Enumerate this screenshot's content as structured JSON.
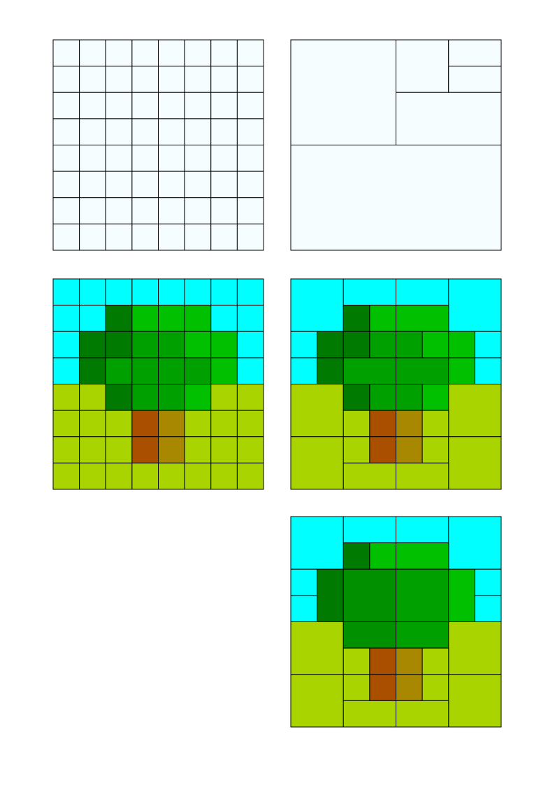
{
  "colors": {
    "grid_bg": "#f5fdff",
    "line": "#000000",
    "sky": "#00ffff",
    "grass": "#aad400",
    "dark_green": "#007a00",
    "medium_green": "#00a000",
    "green_mid2": "#009000",
    "bright_green": "#00c000",
    "trunk_dark": "#aa4f00",
    "trunk_light": "#a88800"
  },
  "figures": [
    {
      "name": "empty-uniform-grid",
      "grid": 8,
      "cells": [
        [
          0,
          0,
          1,
          1,
          "grid_bg"
        ],
        [
          1,
          0,
          1,
          1,
          "grid_bg"
        ],
        [
          2,
          0,
          1,
          1,
          "grid_bg"
        ],
        [
          3,
          0,
          1,
          1,
          "grid_bg"
        ],
        [
          4,
          0,
          1,
          1,
          "grid_bg"
        ],
        [
          5,
          0,
          1,
          1,
          "grid_bg"
        ],
        [
          6,
          0,
          1,
          1,
          "grid_bg"
        ],
        [
          7,
          0,
          1,
          1,
          "grid_bg"
        ],
        [
          0,
          1,
          1,
          1,
          "grid_bg"
        ],
        [
          1,
          1,
          1,
          1,
          "grid_bg"
        ],
        [
          2,
          1,
          1,
          1,
          "grid_bg"
        ],
        [
          3,
          1,
          1,
          1,
          "grid_bg"
        ],
        [
          4,
          1,
          1,
          1,
          "grid_bg"
        ],
        [
          5,
          1,
          1,
          1,
          "grid_bg"
        ],
        [
          6,
          1,
          1,
          1,
          "grid_bg"
        ],
        [
          7,
          1,
          1,
          1,
          "grid_bg"
        ],
        [
          0,
          2,
          1,
          1,
          "grid_bg"
        ],
        [
          1,
          2,
          1,
          1,
          "grid_bg"
        ],
        [
          2,
          2,
          1,
          1,
          "grid_bg"
        ],
        [
          3,
          2,
          1,
          1,
          "grid_bg"
        ],
        [
          4,
          2,
          1,
          1,
          "grid_bg"
        ],
        [
          5,
          2,
          1,
          1,
          "grid_bg"
        ],
        [
          6,
          2,
          1,
          1,
          "grid_bg"
        ],
        [
          7,
          2,
          1,
          1,
          "grid_bg"
        ],
        [
          0,
          3,
          1,
          1,
          "grid_bg"
        ],
        [
          1,
          3,
          1,
          1,
          "grid_bg"
        ],
        [
          2,
          3,
          1,
          1,
          "grid_bg"
        ],
        [
          3,
          3,
          1,
          1,
          "grid_bg"
        ],
        [
          4,
          3,
          1,
          1,
          "grid_bg"
        ],
        [
          5,
          3,
          1,
          1,
          "grid_bg"
        ],
        [
          6,
          3,
          1,
          1,
          "grid_bg"
        ],
        [
          7,
          3,
          1,
          1,
          "grid_bg"
        ],
        [
          0,
          4,
          1,
          1,
          "grid_bg"
        ],
        [
          1,
          4,
          1,
          1,
          "grid_bg"
        ],
        [
          2,
          4,
          1,
          1,
          "grid_bg"
        ],
        [
          3,
          4,
          1,
          1,
          "grid_bg"
        ],
        [
          4,
          4,
          1,
          1,
          "grid_bg"
        ],
        [
          5,
          4,
          1,
          1,
          "grid_bg"
        ],
        [
          6,
          4,
          1,
          1,
          "grid_bg"
        ],
        [
          7,
          4,
          1,
          1,
          "grid_bg"
        ],
        [
          0,
          5,
          1,
          1,
          "grid_bg"
        ],
        [
          1,
          5,
          1,
          1,
          "grid_bg"
        ],
        [
          2,
          5,
          1,
          1,
          "grid_bg"
        ],
        [
          3,
          5,
          1,
          1,
          "grid_bg"
        ],
        [
          4,
          5,
          1,
          1,
          "grid_bg"
        ],
        [
          5,
          5,
          1,
          1,
          "grid_bg"
        ],
        [
          6,
          5,
          1,
          1,
          "grid_bg"
        ],
        [
          7,
          5,
          1,
          1,
          "grid_bg"
        ],
        [
          0,
          6,
          1,
          1,
          "grid_bg"
        ],
        [
          1,
          6,
          1,
          1,
          "grid_bg"
        ],
        [
          2,
          6,
          1,
          1,
          "grid_bg"
        ],
        [
          3,
          6,
          1,
          1,
          "grid_bg"
        ],
        [
          4,
          6,
          1,
          1,
          "grid_bg"
        ],
        [
          5,
          6,
          1,
          1,
          "grid_bg"
        ],
        [
          6,
          6,
          1,
          1,
          "grid_bg"
        ],
        [
          7,
          6,
          1,
          1,
          "grid_bg"
        ],
        [
          0,
          7,
          1,
          1,
          "grid_bg"
        ],
        [
          1,
          7,
          1,
          1,
          "grid_bg"
        ],
        [
          2,
          7,
          1,
          1,
          "grid_bg"
        ],
        [
          3,
          7,
          1,
          1,
          "grid_bg"
        ],
        [
          4,
          7,
          1,
          1,
          "grid_bg"
        ],
        [
          5,
          7,
          1,
          1,
          "grid_bg"
        ],
        [
          6,
          7,
          1,
          1,
          "grid_bg"
        ],
        [
          7,
          7,
          1,
          1,
          "grid_bg"
        ]
      ]
    },
    {
      "name": "empty-quadtree",
      "grid": 8,
      "cells": [
        [
          0,
          0,
          4,
          4,
          "grid_bg"
        ],
        [
          4,
          0,
          2,
          2,
          "grid_bg"
        ],
        [
          6,
          0,
          2,
          1,
          "grid_bg"
        ],
        [
          6,
          1,
          2,
          1,
          "grid_bg"
        ],
        [
          4,
          2,
          4,
          2,
          "grid_bg"
        ],
        [
          0,
          4,
          8,
          4,
          "grid_bg"
        ]
      ]
    },
    {
      "name": "tree-uniform-grid",
      "grid": 8,
      "cells": [
        [
          0,
          0,
          1,
          1,
          "sky"
        ],
        [
          1,
          0,
          1,
          1,
          "sky"
        ],
        [
          2,
          0,
          1,
          1,
          "sky"
        ],
        [
          3,
          0,
          1,
          1,
          "sky"
        ],
        [
          4,
          0,
          1,
          1,
          "sky"
        ],
        [
          5,
          0,
          1,
          1,
          "sky"
        ],
        [
          6,
          0,
          1,
          1,
          "sky"
        ],
        [
          7,
          0,
          1,
          1,
          "sky"
        ],
        [
          0,
          1,
          1,
          1,
          "sky"
        ],
        [
          1,
          1,
          1,
          1,
          "sky"
        ],
        [
          2,
          1,
          1,
          1,
          "dark_green"
        ],
        [
          3,
          1,
          1,
          1,
          "bright_green"
        ],
        [
          4,
          1,
          1,
          1,
          "bright_green"
        ],
        [
          5,
          1,
          1,
          1,
          "bright_green"
        ],
        [
          6,
          1,
          1,
          1,
          "sky"
        ],
        [
          7,
          1,
          1,
          1,
          "sky"
        ],
        [
          0,
          2,
          1,
          1,
          "sky"
        ],
        [
          1,
          2,
          1,
          1,
          "dark_green"
        ],
        [
          2,
          2,
          1,
          1,
          "dark_green"
        ],
        [
          3,
          2,
          1,
          1,
          "medium_green"
        ],
        [
          4,
          2,
          1,
          1,
          "medium_green"
        ],
        [
          5,
          2,
          1,
          1,
          "bright_green"
        ],
        [
          6,
          2,
          1,
          1,
          "bright_green"
        ],
        [
          7,
          2,
          1,
          1,
          "sky"
        ],
        [
          0,
          3,
          1,
          1,
          "sky"
        ],
        [
          1,
          3,
          1,
          1,
          "dark_green"
        ],
        [
          2,
          3,
          1,
          1,
          "medium_green"
        ],
        [
          3,
          3,
          1,
          1,
          "medium_green"
        ],
        [
          4,
          3,
          1,
          1,
          "medium_green"
        ],
        [
          5,
          3,
          1,
          1,
          "medium_green"
        ],
        [
          6,
          3,
          1,
          1,
          "bright_green"
        ],
        [
          7,
          3,
          1,
          1,
          "sky"
        ],
        [
          0,
          4,
          1,
          1,
          "grass"
        ],
        [
          1,
          4,
          1,
          1,
          "grass"
        ],
        [
          2,
          4,
          1,
          1,
          "dark_green"
        ],
        [
          3,
          4,
          1,
          1,
          "medium_green"
        ],
        [
          4,
          4,
          1,
          1,
          "medium_green"
        ],
        [
          5,
          4,
          1,
          1,
          "bright_green"
        ],
        [
          6,
          4,
          1,
          1,
          "grass"
        ],
        [
          7,
          4,
          1,
          1,
          "grass"
        ],
        [
          0,
          5,
          1,
          1,
          "grass"
        ],
        [
          1,
          5,
          1,
          1,
          "grass"
        ],
        [
          2,
          5,
          1,
          1,
          "grass"
        ],
        [
          3,
          5,
          1,
          1,
          "trunk_dark"
        ],
        [
          4,
          5,
          1,
          1,
          "trunk_light"
        ],
        [
          5,
          5,
          1,
          1,
          "grass"
        ],
        [
          6,
          5,
          1,
          1,
          "grass"
        ],
        [
          7,
          5,
          1,
          1,
          "grass"
        ],
        [
          0,
          6,
          1,
          1,
          "grass"
        ],
        [
          1,
          6,
          1,
          1,
          "grass"
        ],
        [
          2,
          6,
          1,
          1,
          "grass"
        ],
        [
          3,
          6,
          1,
          1,
          "trunk_dark"
        ],
        [
          4,
          6,
          1,
          1,
          "trunk_light"
        ],
        [
          5,
          6,
          1,
          1,
          "grass"
        ],
        [
          6,
          6,
          1,
          1,
          "grass"
        ],
        [
          7,
          6,
          1,
          1,
          "grass"
        ],
        [
          0,
          7,
          1,
          1,
          "grass"
        ],
        [
          1,
          7,
          1,
          1,
          "grass"
        ],
        [
          2,
          7,
          1,
          1,
          "grass"
        ],
        [
          3,
          7,
          1,
          1,
          "grass"
        ],
        [
          4,
          7,
          1,
          1,
          "grass"
        ],
        [
          5,
          7,
          1,
          1,
          "grass"
        ],
        [
          6,
          7,
          1,
          1,
          "grass"
        ],
        [
          7,
          7,
          1,
          1,
          "grass"
        ]
      ]
    },
    {
      "name": "tree-quadtree",
      "grid": 8,
      "cells": [
        [
          0,
          0,
          2,
          2,
          "sky"
        ],
        [
          2,
          0,
          2,
          1,
          "sky"
        ],
        [
          4,
          0,
          2,
          1,
          "sky"
        ],
        [
          6,
          0,
          2,
          2,
          "sky"
        ],
        [
          2,
          1,
          1,
          1,
          "dark_green"
        ],
        [
          3,
          1,
          1,
          1,
          "bright_green"
        ],
        [
          4,
          1,
          2,
          1,
          "bright_green"
        ],
        [
          0,
          2,
          1,
          1,
          "sky"
        ],
        [
          1,
          2,
          1,
          1,
          "dark_green"
        ],
        [
          2,
          2,
          1,
          1,
          "dark_green"
        ],
        [
          3,
          2,
          1,
          1,
          "medium_green"
        ],
        [
          4,
          2,
          1,
          1,
          "medium_green"
        ],
        [
          5,
          2,
          1,
          1,
          "bright_green"
        ],
        [
          6,
          2,
          1,
          1,
          "bright_green"
        ],
        [
          7,
          2,
          1,
          1,
          "sky"
        ],
        [
          0,
          3,
          1,
          1,
          "sky"
        ],
        [
          1,
          3,
          1,
          1,
          "dark_green"
        ],
        [
          2,
          3,
          2,
          1,
          "medium_green"
        ],
        [
          4,
          3,
          2,
          1,
          "medium_green"
        ],
        [
          6,
          3,
          1,
          1,
          "bright_green"
        ],
        [
          7,
          3,
          1,
          1,
          "sky"
        ],
        [
          0,
          4,
          2,
          2,
          "grass"
        ],
        [
          2,
          4,
          1,
          1,
          "dark_green"
        ],
        [
          3,
          4,
          1,
          1,
          "medium_green"
        ],
        [
          4,
          4,
          1,
          1,
          "medium_green"
        ],
        [
          5,
          4,
          1,
          1,
          "bright_green"
        ],
        [
          6,
          4,
          2,
          2,
          "grass"
        ],
        [
          2,
          5,
          1,
          1,
          "grass"
        ],
        [
          3,
          5,
          1,
          1,
          "trunk_dark"
        ],
        [
          4,
          5,
          1,
          1,
          "trunk_light"
        ],
        [
          5,
          5,
          1,
          1,
          "grass"
        ],
        [
          0,
          6,
          2,
          2,
          "grass"
        ],
        [
          2,
          6,
          1,
          1,
          "grass"
        ],
        [
          3,
          6,
          1,
          1,
          "trunk_dark"
        ],
        [
          4,
          6,
          1,
          1,
          "trunk_light"
        ],
        [
          5,
          6,
          1,
          1,
          "grass"
        ],
        [
          6,
          6,
          2,
          2,
          "grass"
        ],
        [
          2,
          7,
          2,
          1,
          "grass"
        ],
        [
          4,
          7,
          2,
          1,
          "grass"
        ]
      ]
    },
    {
      "name": "tree-merged-quadtree",
      "grid": 8,
      "cells": [
        [
          0,
          0,
          2,
          2,
          "sky"
        ],
        [
          2,
          0,
          2,
          1,
          "sky"
        ],
        [
          4,
          0,
          2,
          1,
          "sky"
        ],
        [
          6,
          0,
          2,
          2,
          "sky"
        ],
        [
          2,
          1,
          1,
          1,
          "dark_green"
        ],
        [
          3,
          1,
          1,
          1,
          "bright_green"
        ],
        [
          4,
          1,
          2,
          1,
          "bright_green"
        ],
        [
          0,
          2,
          1,
          1,
          "sky"
        ],
        [
          1,
          2,
          1,
          2,
          "dark_green"
        ],
        [
          2,
          2,
          2,
          2,
          "green_mid2"
        ],
        [
          4,
          2,
          2,
          2,
          "medium_green"
        ],
        [
          6,
          2,
          1,
          2,
          "bright_green"
        ],
        [
          7,
          2,
          1,
          1,
          "sky"
        ],
        [
          0,
          3,
          1,
          1,
          "sky"
        ],
        [
          7,
          3,
          1,
          1,
          "sky"
        ],
        [
          0,
          4,
          2,
          2,
          "grass"
        ],
        [
          2,
          4,
          2,
          1,
          "green_mid2"
        ],
        [
          4,
          4,
          2,
          1,
          "medium_green"
        ],
        [
          6,
          4,
          2,
          2,
          "grass"
        ],
        [
          2,
          5,
          1,
          1,
          "grass"
        ],
        [
          3,
          5,
          1,
          1,
          "trunk_dark"
        ],
        [
          4,
          5,
          1,
          1,
          "trunk_light"
        ],
        [
          5,
          5,
          1,
          1,
          "grass"
        ],
        [
          0,
          6,
          2,
          2,
          "grass"
        ],
        [
          2,
          6,
          1,
          1,
          "grass"
        ],
        [
          3,
          6,
          1,
          1,
          "trunk_dark"
        ],
        [
          4,
          6,
          1,
          1,
          "trunk_light"
        ],
        [
          5,
          6,
          1,
          1,
          "grass"
        ],
        [
          6,
          6,
          2,
          2,
          "grass"
        ],
        [
          2,
          7,
          2,
          1,
          "grass"
        ],
        [
          4,
          7,
          2,
          1,
          "grass"
        ]
      ]
    }
  ]
}
